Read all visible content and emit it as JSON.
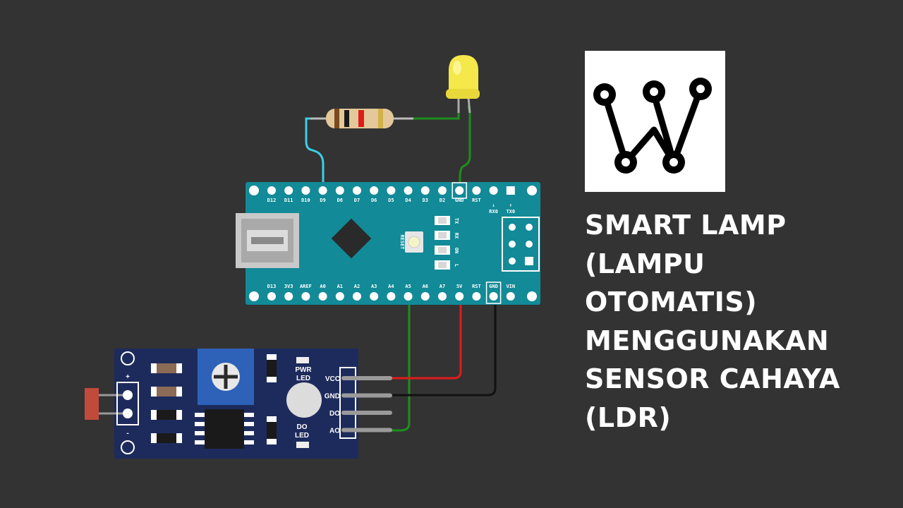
{
  "title_lines": [
    "SMART LAMP",
    "(LAMPU",
    "OTOMATIS)",
    "MENGGUNAKAN",
    "SENSOR CAHAYA",
    "(LDR)"
  ],
  "arduino": {
    "top_pins": [
      "D12",
      "D11",
      "D10",
      "D9",
      "D8",
      "D7",
      "D6",
      "D5",
      "D4",
      "D3",
      "D2",
      "GND",
      "RST",
      "RX0",
      "TX0"
    ],
    "bottom_pins": [
      "D13",
      "3V3",
      "AREF",
      "A0",
      "A1",
      "A2",
      "A3",
      "A4",
      "A5",
      "A6",
      "A7",
      "5V",
      "RST",
      "GND",
      "VIN"
    ],
    "reset_label": "RESET",
    "led_labels": [
      "TX",
      "RX",
      "ON",
      "L"
    ]
  },
  "sensor": {
    "pwr_led": "PWR\nLED",
    "do_led": "DO\nLED",
    "pins": [
      "VCC",
      "GND",
      "DO",
      "AO"
    ],
    "plus": "+",
    "minus": "-"
  },
  "colors": {
    "background": "#333333",
    "board": "#128a97",
    "sensor_board": "#1d2b5c",
    "wire_green": "#1e8f1e",
    "wire_cyan": "#3ad0e6",
    "wire_red": "#e01b1b",
    "wire_black": "#111111",
    "led_yellow": "#f4e84a"
  },
  "logo": {
    "icon": "w-logo-icon"
  }
}
